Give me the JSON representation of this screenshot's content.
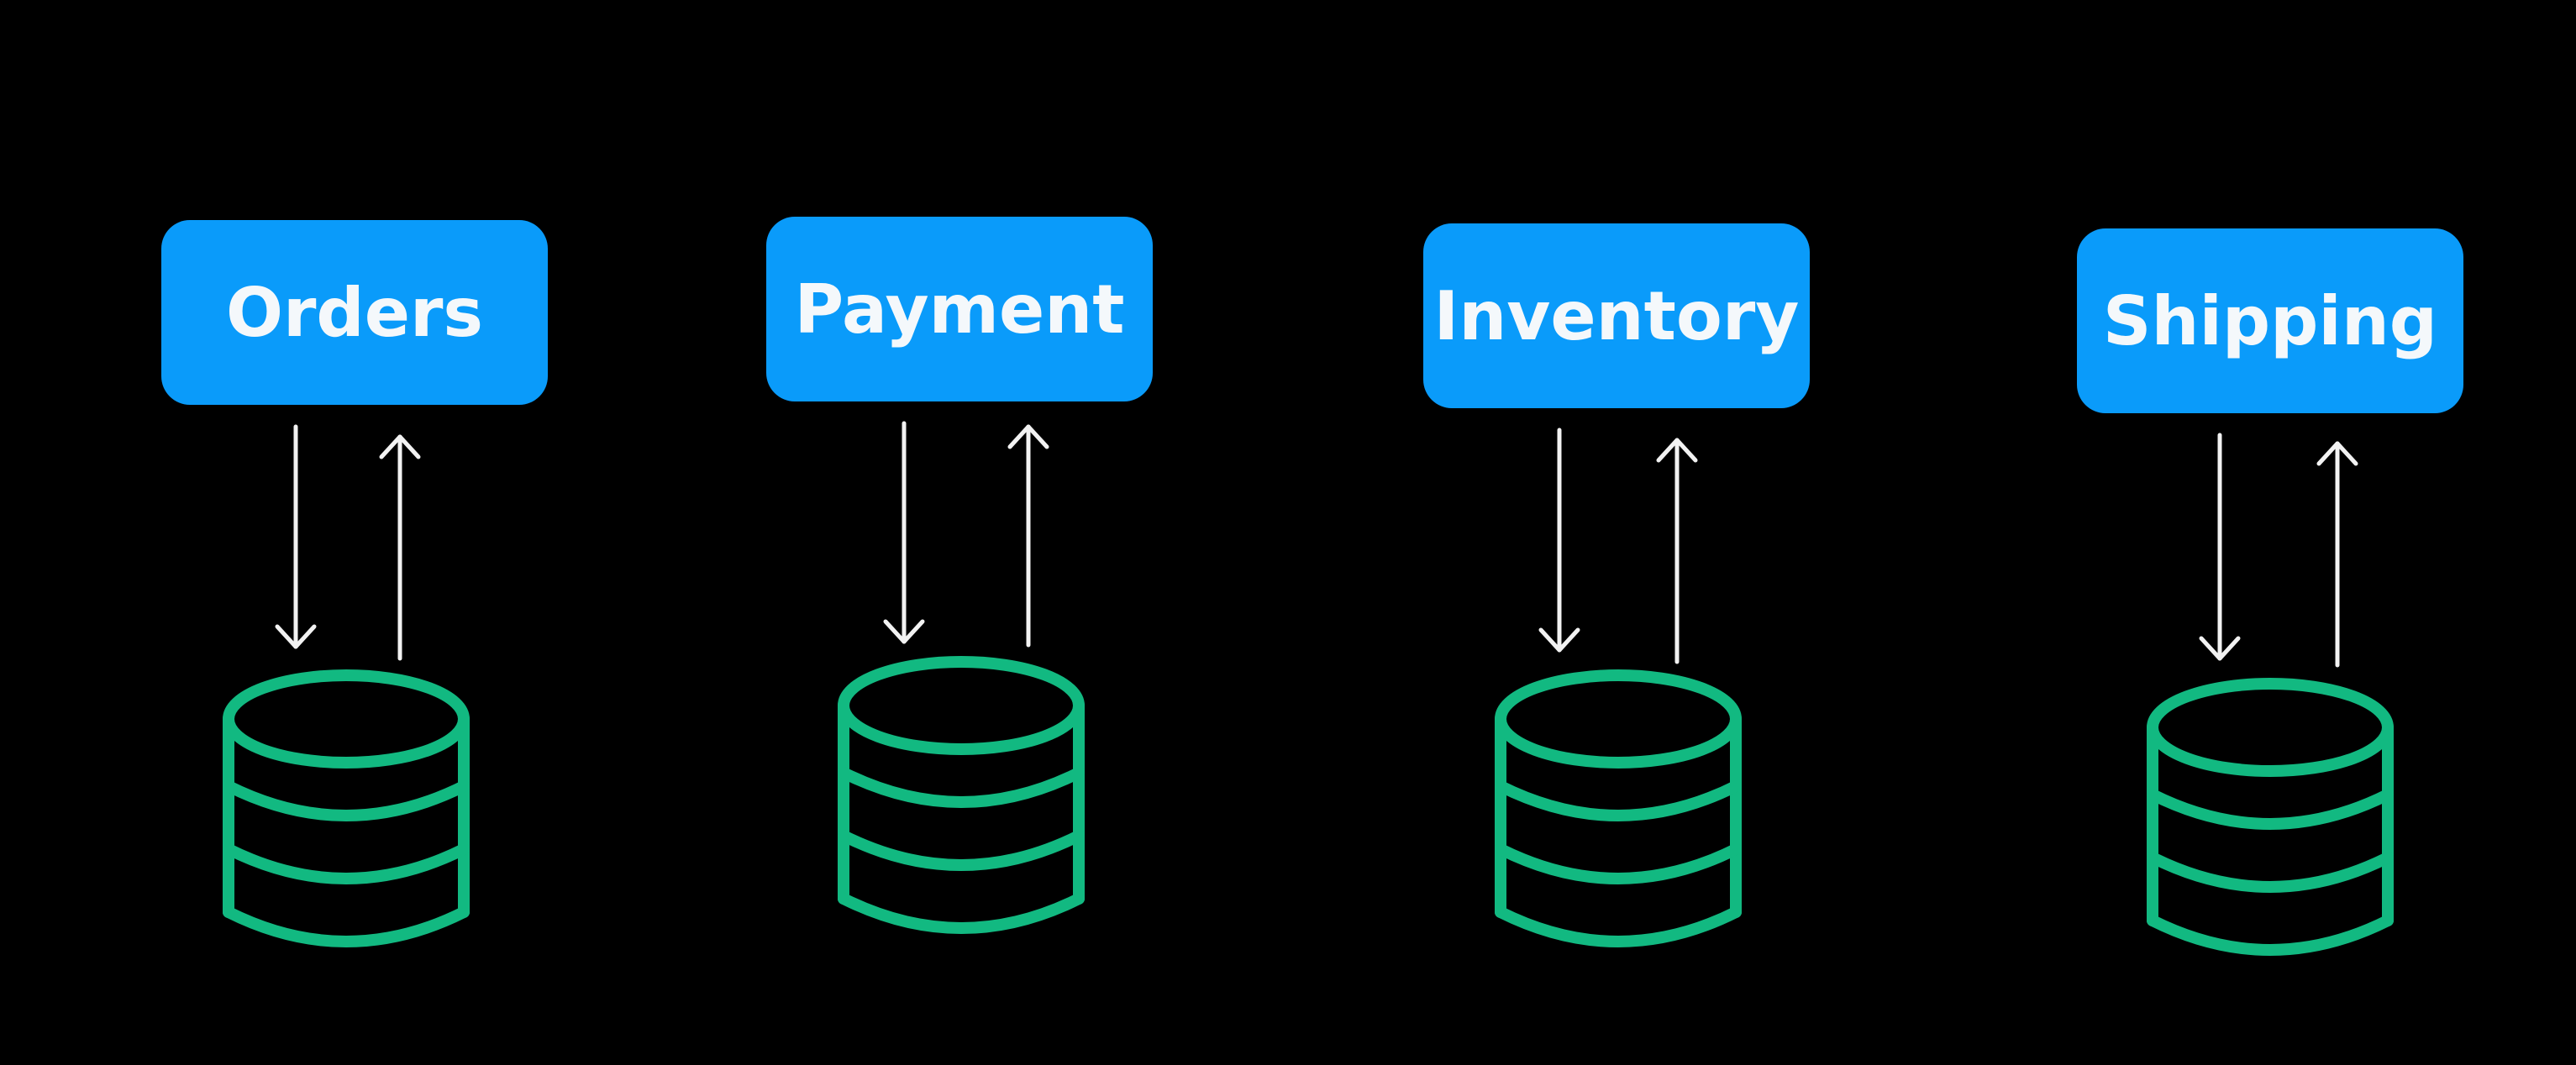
{
  "diagram": {
    "background_color": "#000000",
    "service_color": "#0A9BFA",
    "service_text_color": "#F4F8FB",
    "arrow_color": "#F2F2F2",
    "database_color": "#12B981",
    "services": [
      {
        "label": "Orders",
        "icon": "database-icon"
      },
      {
        "label": "Payment",
        "icon": "database-icon"
      },
      {
        "label": "Inventory",
        "icon": "database-icon"
      },
      {
        "label": "Shipping",
        "icon": "database-icon"
      }
    ]
  }
}
